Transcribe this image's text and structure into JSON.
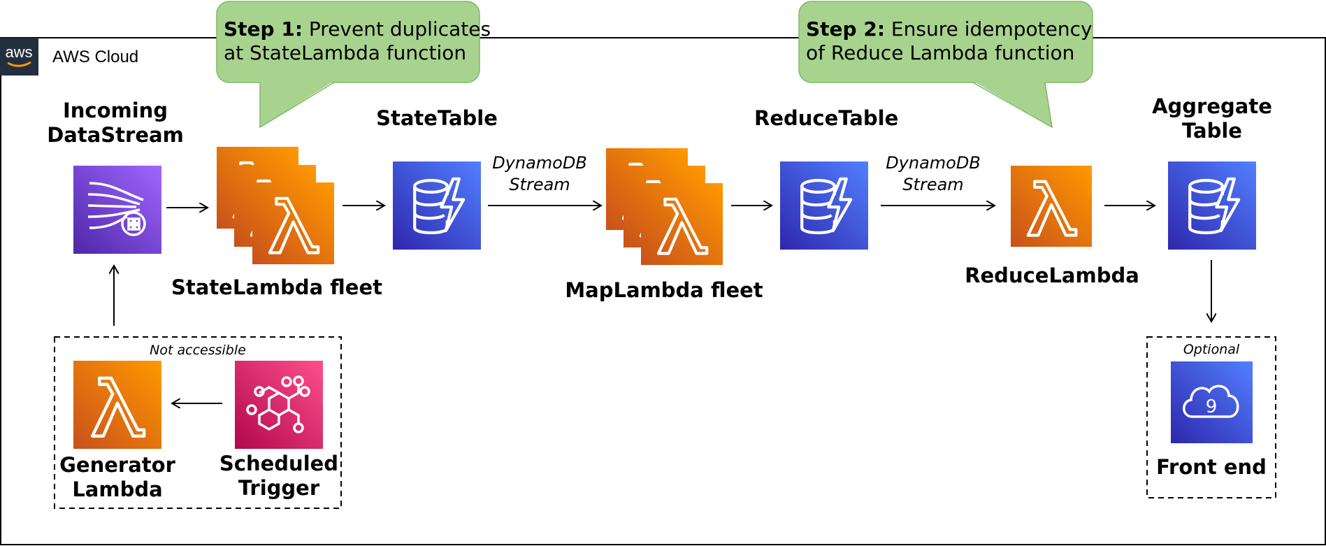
{
  "cloud": {
    "label": "AWS Cloud",
    "logo_text": "aws"
  },
  "callouts": [
    {
      "step": "Step 1:",
      "line1": " Prevent duplicates",
      "line2": "at StateLambda function"
    },
    {
      "step": "Step 2:",
      "line1": " Ensure idempotency",
      "line2": "of Reduce Lambda function"
    }
  ],
  "nodes": {
    "incoming": {
      "line1": "Incoming",
      "line2": "DataStream",
      "icon": "kinesis-data-streams-icon"
    },
    "state_lambda": {
      "label": "StateLambda fleet",
      "icon": "lambda-icon"
    },
    "state_table": {
      "label": "StateTable",
      "icon": "dynamodb-icon"
    },
    "map_lambda": {
      "label": "MapLambda fleet",
      "icon": "lambda-icon"
    },
    "reduce_table": {
      "label": "ReduceTable",
      "icon": "dynamodb-icon"
    },
    "reduce_lambda": {
      "label": "ReduceLambda",
      "icon": "lambda-icon"
    },
    "aggregate": {
      "line1": "Aggregate",
      "line2": "Table",
      "icon": "dynamodb-icon"
    },
    "generator": {
      "line1": "Generator",
      "line2": "Lambda",
      "icon": "lambda-icon"
    },
    "trigger": {
      "line1": "Scheduled",
      "line2": "Trigger",
      "icon": "eventbridge-icon"
    },
    "frontend": {
      "label": "Front end",
      "icon": "cloud9-icon"
    }
  },
  "edges": {
    "stream1": {
      "line1": "DynamoDB",
      "line2": "Stream"
    },
    "stream2": {
      "line1": "DynamoDB",
      "line2": "Stream"
    }
  },
  "groups": {
    "not_accessible": "Not accessible",
    "optional": "Optional"
  },
  "colors": {
    "lambda_light": "#F78E04",
    "lambda_dark": "#D05C17",
    "dynamodb_light": "#4D72F3",
    "dynamodb_dark": "#3334B9",
    "kinesis_light": "#A166FF",
    "kinesis_dark": "#8C4FFF",
    "eventbridge_light": "#FF4F8B",
    "eventbridge_dark": "#BC1356",
    "callout_fill": "#A8D38F",
    "aws_logo_bg": "#232F3E"
  }
}
